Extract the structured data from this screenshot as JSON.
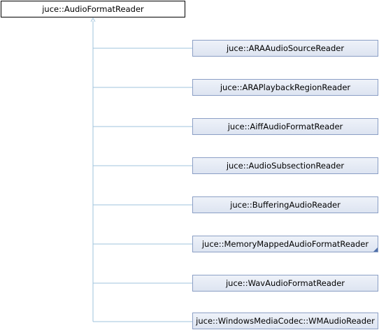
{
  "diagram": {
    "base_class": "juce::AudioFormatReader",
    "derived_classes": [
      {
        "label": "juce::ARAAudioSourceReader",
        "has_more_marker": false
      },
      {
        "label": "juce::ARAPlaybackRegionReader",
        "has_more_marker": false
      },
      {
        "label": "juce::AiffAudioFormatReader",
        "has_more_marker": false
      },
      {
        "label": "juce::AudioSubsectionReader",
        "has_more_marker": false
      },
      {
        "label": "juce::BufferingAudioReader",
        "has_more_marker": false
      },
      {
        "label": "juce::MemoryMappedAudioFormatReader",
        "has_more_marker": true
      },
      {
        "label": "juce::WavAudioFormatReader",
        "has_more_marker": false
      },
      {
        "label": "juce::WindowsMediaCodec::WMAudioReader",
        "has_more_marker": false
      }
    ],
    "colors": {
      "connector": "#9fc3dc",
      "node_border": "#8b9fc5",
      "node_fill_top": "#eef2f9",
      "node_fill_bottom": "#dde4f1",
      "base_border": "#000000"
    }
  }
}
